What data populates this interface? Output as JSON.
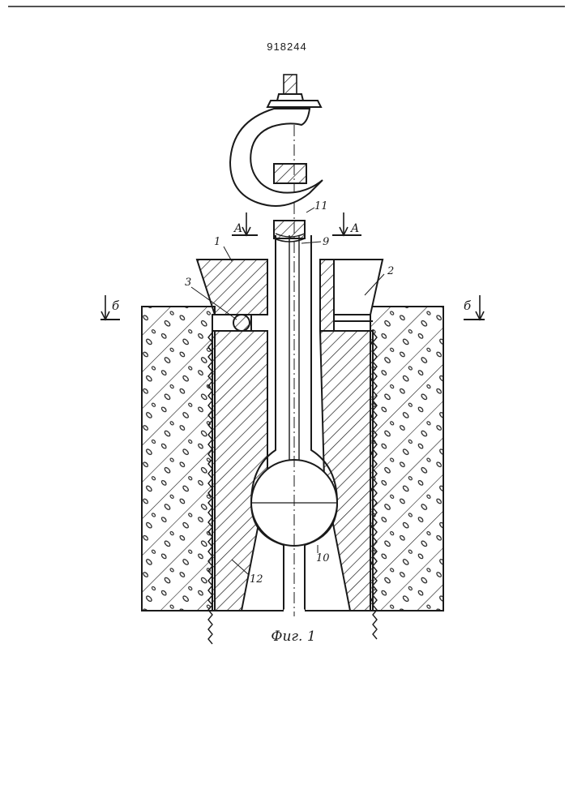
{
  "document": {
    "patent_number": "918244",
    "figure_caption": "Фиг. 1"
  },
  "labels": {
    "part_1": "1",
    "part_2": "2",
    "part_3": "3",
    "part_9": "9",
    "part_10": "10",
    "part_11": "11",
    "part_12": "12",
    "section_a_left": "A",
    "section_a_right": "A",
    "section_b_left": "б",
    "section_b_right": "б"
  },
  "colors": {
    "ink": "#1a1a1a",
    "paper": "#ffffff"
  }
}
